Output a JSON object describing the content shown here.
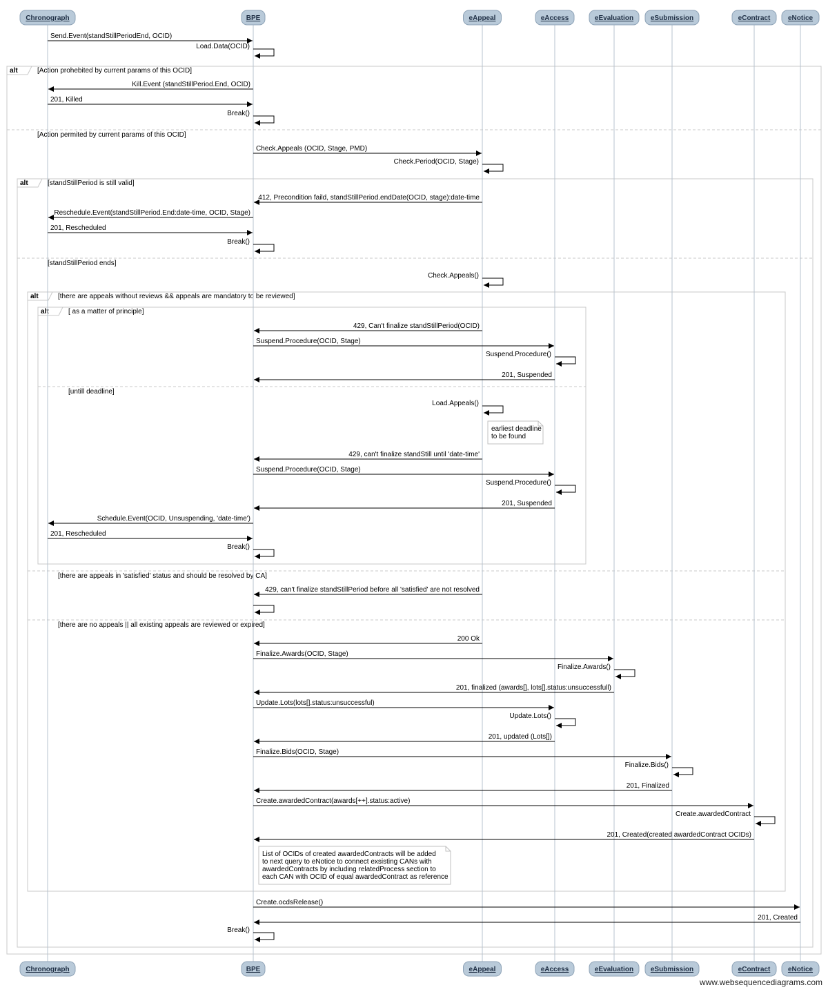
{
  "participants": [
    {
      "id": "chronograph",
      "name": "Chronograph"
    },
    {
      "id": "bpe",
      "name": "BPE"
    },
    {
      "id": "eappeal",
      "name": "eAppeal"
    },
    {
      "id": "eaccess",
      "name": "eAccess"
    },
    {
      "id": "eevaluation",
      "name": "eEvaluation"
    },
    {
      "id": "esubmission",
      "name": "eSubmission"
    },
    {
      "id": "econtract",
      "name": "eContract"
    },
    {
      "id": "enotice",
      "name": "eNotice"
    }
  ],
  "fragments": [
    {
      "id": "f1",
      "keyword": "alt",
      "guards": [
        "[Action prohebited by current params of this OCID]",
        "[Action permited by current params of this OCID]"
      ]
    },
    {
      "id": "f2",
      "keyword": "alt",
      "guards": [
        "[standStillPeriod is still valid]",
        "[standStillPeriod ends]"
      ]
    },
    {
      "id": "f3",
      "keyword": "alt",
      "guards": [
        "[there are appeals without reviews && appeals are mandatory to be reviewed]",
        "[there are appeals in 'satisfied' status and should be resolved by CA]",
        "[there are no appeals || all existing appeals are reviewed or expired]"
      ]
    },
    {
      "id": "f4",
      "keyword": "alt",
      "guards": [
        "[ as a matter of principle]",
        "[untill deadline]"
      ]
    }
  ],
  "messages": [
    {
      "from": "chronograph",
      "to": "bpe",
      "label": "Send.Event(standStillPeriodEnd, OCID)"
    },
    {
      "from": "bpe",
      "to": "bpe",
      "label": "Load.Data(OCID)"
    },
    {
      "from": "bpe",
      "to": "chronograph",
      "label": "Kill.Event (standStillPeriod.End, OCID)"
    },
    {
      "from": "chronograph",
      "to": "bpe",
      "label": "201, Killed"
    },
    {
      "from": "bpe",
      "to": "bpe",
      "label": "Break()"
    },
    {
      "from": "bpe",
      "to": "eappeal",
      "label": "Check.Appeals (OCID, Stage, PMD)"
    },
    {
      "from": "eappeal",
      "to": "eappeal",
      "label": "Check.Period(OCID, Stage)"
    },
    {
      "from": "eappeal",
      "to": "bpe",
      "label": "412, Precondition faild, standStillPeriod.endDate(OCID, stage):date-time"
    },
    {
      "from": "bpe",
      "to": "chronograph",
      "label": "Reschedule.Event(standStillPeriod.End:date-time, OCID, Stage)"
    },
    {
      "from": "chronograph",
      "to": "bpe",
      "label": "201, Rescheduled"
    },
    {
      "from": "bpe",
      "to": "bpe",
      "label": "Break()"
    },
    {
      "from": "eappeal",
      "to": "eappeal",
      "label": "Check.Appeals()"
    },
    {
      "from": "eappeal",
      "to": "bpe",
      "label": "429, Can't finalize standStillPeriod(OCID)"
    },
    {
      "from": "bpe",
      "to": "eaccess",
      "label": "Suspend.Procedure(OCID, Stage)"
    },
    {
      "from": "eaccess",
      "to": "eaccess",
      "label": "Suspend.Procedure()"
    },
    {
      "from": "eaccess",
      "to": "bpe",
      "label": "201, Suspended"
    },
    {
      "from": "eappeal",
      "to": "eappeal",
      "label": "Load.Appeals()"
    },
    {
      "from": "eappeal",
      "to": "bpe",
      "label": "429, can't finalize standStill until 'date-time'"
    },
    {
      "from": "bpe",
      "to": "eaccess",
      "label": "Suspend.Procedure(OCID, Stage)"
    },
    {
      "from": "eaccess",
      "to": "eaccess",
      "label": "Suspend.Procedure()"
    },
    {
      "from": "eaccess",
      "to": "bpe",
      "label": "201, Suspended"
    },
    {
      "from": "bpe",
      "to": "chronograph",
      "label": "Schedule.Event(OCID, Unsuspending, 'date-time')"
    },
    {
      "from": "chronograph",
      "to": "bpe",
      "label": "201, Rescheduled"
    },
    {
      "from": "bpe",
      "to": "bpe",
      "label": "Break()"
    },
    {
      "from": "eappeal",
      "to": "bpe",
      "label": "429, can't finalize standStillPeriod before all 'satisfied' are not resolved"
    },
    {
      "from": "bpe",
      "to": "bpe",
      "label": ""
    },
    {
      "from": "eappeal",
      "to": "bpe",
      "label": "200 Ok"
    },
    {
      "from": "bpe",
      "to": "eevaluation",
      "label": "Finalize.Awards(OCID, Stage)"
    },
    {
      "from": "eevaluation",
      "to": "eevaluation",
      "label": "Finalize.Awards()"
    },
    {
      "from": "eevaluation",
      "to": "bpe",
      "label": "201, finalized (awards[], lots[].status:unsuccessfull)"
    },
    {
      "from": "bpe",
      "to": "eaccess",
      "label": "Update.Lots(lots[].status:unsuccessful)"
    },
    {
      "from": "eaccess",
      "to": "eaccess",
      "label": "Update.Lots()"
    },
    {
      "from": "eaccess",
      "to": "bpe",
      "label": "201, updated (Lots[])"
    },
    {
      "from": "bpe",
      "to": "esubmission",
      "label": "Finalize.Bids(OCID, Stage)"
    },
    {
      "from": "esubmission",
      "to": "esubmission",
      "label": "Finalize.Bids()"
    },
    {
      "from": "esubmission",
      "to": "bpe",
      "label": "201, Finalized"
    },
    {
      "from": "bpe",
      "to": "econtract",
      "label": "Create.awardedContract(awards[++].status:active)"
    },
    {
      "from": "econtract",
      "to": "econtract",
      "label": "Create.awardedContract"
    },
    {
      "from": "econtract",
      "to": "bpe",
      "label": "201, Created(created awardedContract OCIDs)"
    },
    {
      "from": "bpe",
      "to": "enotice",
      "label": "Create.ocdsRelease()"
    },
    {
      "from": "enotice",
      "to": "bpe",
      "label": "201, Created"
    },
    {
      "from": "bpe",
      "to": "bpe",
      "label": "Break()"
    }
  ],
  "notes": [
    {
      "id": "n1",
      "lines": [
        "earliest deadline",
        "to be found"
      ]
    },
    {
      "id": "n2",
      "lines": [
        "List of OCIDs of created awardedContracts  will be added",
        "to next query to eNotice to connect exsisting CANs with",
        "awardedContracts by including relatedProcess section to",
        "each CAN with OCID of equal awardedContract as reference"
      ]
    }
  ],
  "watermark": "www.websequencediagrams.com",
  "colors": {
    "participant_fill": "#b9cad9",
    "participant_stroke": "#8ea3b7",
    "lifeline": "#b7c3cf",
    "frame": "#c8c8c8"
  }
}
